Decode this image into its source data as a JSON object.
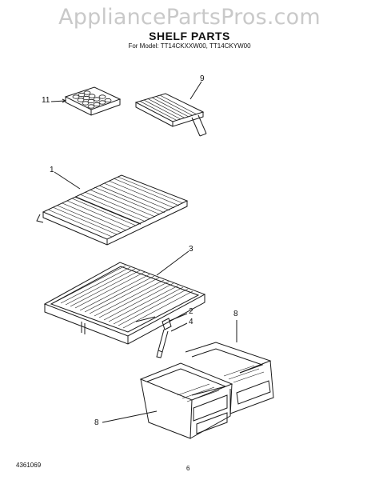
{
  "watermark": "AppliancePartsPros.com",
  "header": {
    "title": "SHELF PARTS",
    "model_line": "For Model: TT14CKXXW00, TT14CKYW00"
  },
  "callouts": {
    "c11": "11",
    "c9": "9",
    "c1": "1",
    "c3": "3",
    "c2": "2",
    "c4": "4",
    "c8a": "8",
    "c8b": "8"
  },
  "footer": {
    "doc_number": "4361069",
    "page_number": "6"
  },
  "colors": {
    "line": "#1a1a1a",
    "watermark": "#c9c9c9"
  }
}
